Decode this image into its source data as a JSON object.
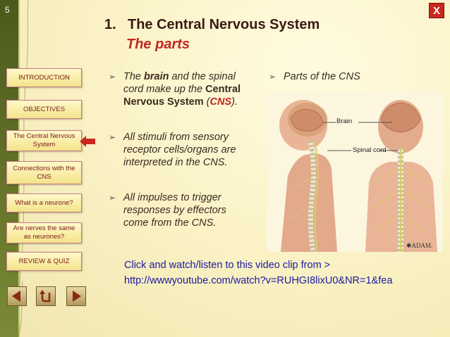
{
  "slide": {
    "number": "5",
    "close_label": "X"
  },
  "nav": {
    "items": [
      {
        "label": "INTRODUCTION"
      },
      {
        "label": "OBJECTIVES"
      },
      {
        "label": "The Central Nervous System",
        "active": true
      },
      {
        "label": "Connections with the CNS"
      },
      {
        "label": "What is a neurone?"
      },
      {
        "label": "Are nerves the same as neurones?"
      },
      {
        "label": "REVIEW & QUIZ"
      }
    ]
  },
  "heading": {
    "number": "1.",
    "title": "The Central Nervous System",
    "subtitle": "The parts"
  },
  "bullets": {
    "b1": {
      "p1": "The ",
      "brain": "brain",
      "p2": " and the spinal cord make up the ",
      "cns_full": "Central Nervous System",
      "p3": " (",
      "cns": "CNS",
      "p4": ")."
    },
    "b2": "All stimuli from sensory receptor cells/organs are interpreted in the CNS.",
    "b3": "All impulses to trigger responses by effectors come from the CNS.",
    "right": "Parts of the CNS"
  },
  "figure": {
    "label_brain": "Brain",
    "label_spinal": "Spinal cord",
    "credit": "✱ADAM."
  },
  "video": {
    "line1": "Click and watch/listen to this video clip from >",
    "line2": "http://wwwyoutube.com/watch?v=RUHGI8lixU0&NR=1&fea"
  },
  "controls": {
    "prev": "previous-arrow",
    "return": "return-arrow",
    "next": "next-arrow"
  },
  "colors": {
    "accent_red": "#c0281e",
    "link_blue": "#1a1aa0",
    "sidebar_green": "#5f6f26"
  }
}
